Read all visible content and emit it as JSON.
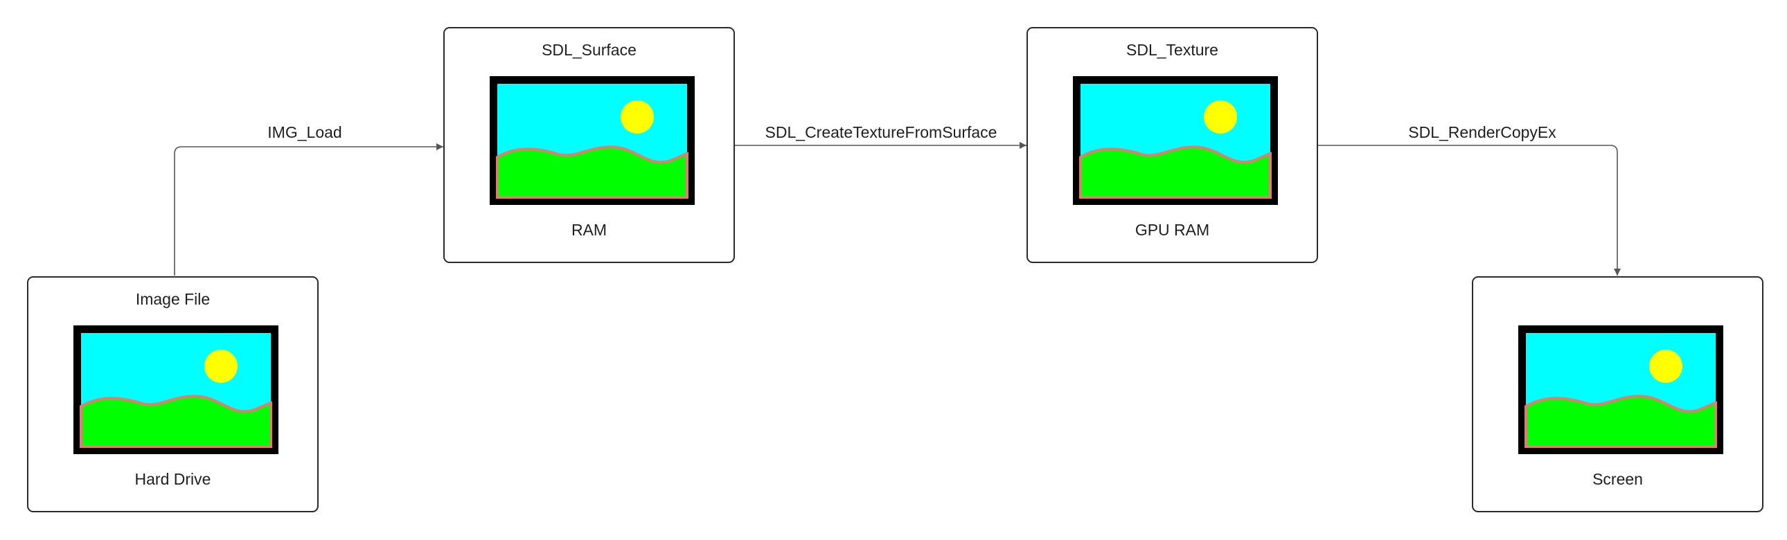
{
  "nodes": {
    "image_file": {
      "title": "Image File",
      "subtitle": "Hard Drive"
    },
    "surface": {
      "title": "SDL_Surface",
      "subtitle": "RAM"
    },
    "texture": {
      "title": "SDL_Texture",
      "subtitle": "GPU RAM"
    },
    "screen": {
      "title": "",
      "subtitle": "Screen"
    }
  },
  "edges": {
    "img_load": "IMG_Load",
    "create_texture": "SDL_CreateTextureFromSurface",
    "render_copy": "SDL_RenderCopyEx"
  },
  "colors": {
    "sky": "#00ffff",
    "grass": "#00ff00",
    "sun": "#ffff00",
    "ridge": "#e07d6e",
    "frame": "#000000",
    "line": "#555555"
  },
  "icon": "landscape-picture-icon"
}
